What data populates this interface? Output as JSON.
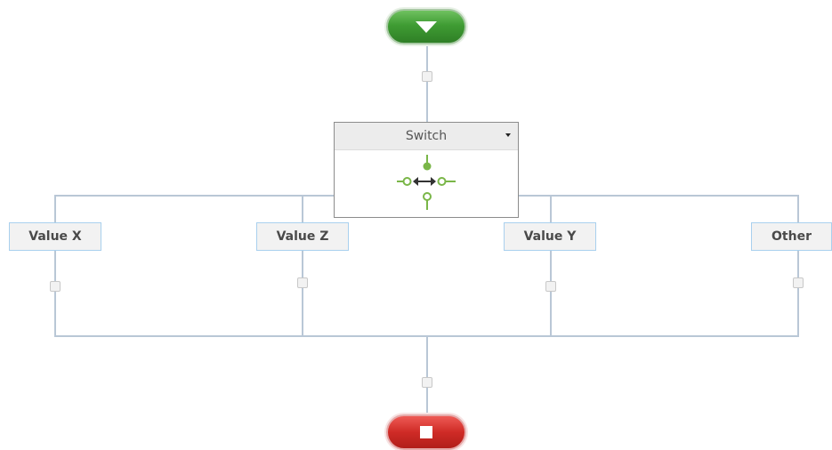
{
  "flow": {
    "start_node": {
      "icon": "play-down-icon",
      "color": "#3f9c33"
    },
    "end_node": {
      "icon": "stop-square-icon",
      "color": "#cf2b26"
    },
    "switch_node": {
      "title": "Switch",
      "icon": "switch-arrows-icon",
      "accent": "#7ab648"
    },
    "cases": [
      {
        "label": "Value X"
      },
      {
        "label": "Value Z"
      },
      {
        "label": "Value Y"
      },
      {
        "label": "Other"
      }
    ],
    "connector_color": "#b9c7d6"
  }
}
